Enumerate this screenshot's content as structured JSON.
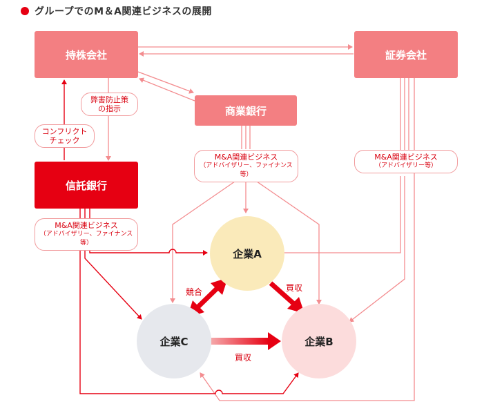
{
  "title": "グループでのM＆A関連ビジネスの展開",
  "colors": {
    "accent": "#e60012",
    "pinkBox": "#f37f82",
    "line": "#f38c8f",
    "redLine": "#e60012",
    "companyA": "#faeaba",
    "companyB": "#fcdcdc",
    "companyC": "#e6e8ed"
  },
  "nodes": {
    "holding": "持株会社",
    "securities": "証券会社",
    "commercial_bank": "商業銀行",
    "trust_bank": "信託銀行",
    "company_a": "企業A",
    "company_b": "企業B",
    "company_c": "企業C"
  },
  "labels": {
    "abuse_prevention": [
      "弊害防止策",
      "の指示"
    ],
    "conflict_check": [
      "コンフリクト",
      "チェック"
    ],
    "bank_business": {
      "main": "M&A関連ビジネス",
      "sub": "（アドバイザリー、ファイナンス等）"
    },
    "securities_business": {
      "main": "M&A関連ビジネス",
      "sub": "（アドバイザリー等）"
    },
    "trust_business": {
      "main": "M&A関連ビジネス",
      "sub": "（アドバイザリー、ファイナンス等）"
    },
    "compete": "競合",
    "acquire_ab": "買収",
    "acquire_cb": "買収"
  }
}
